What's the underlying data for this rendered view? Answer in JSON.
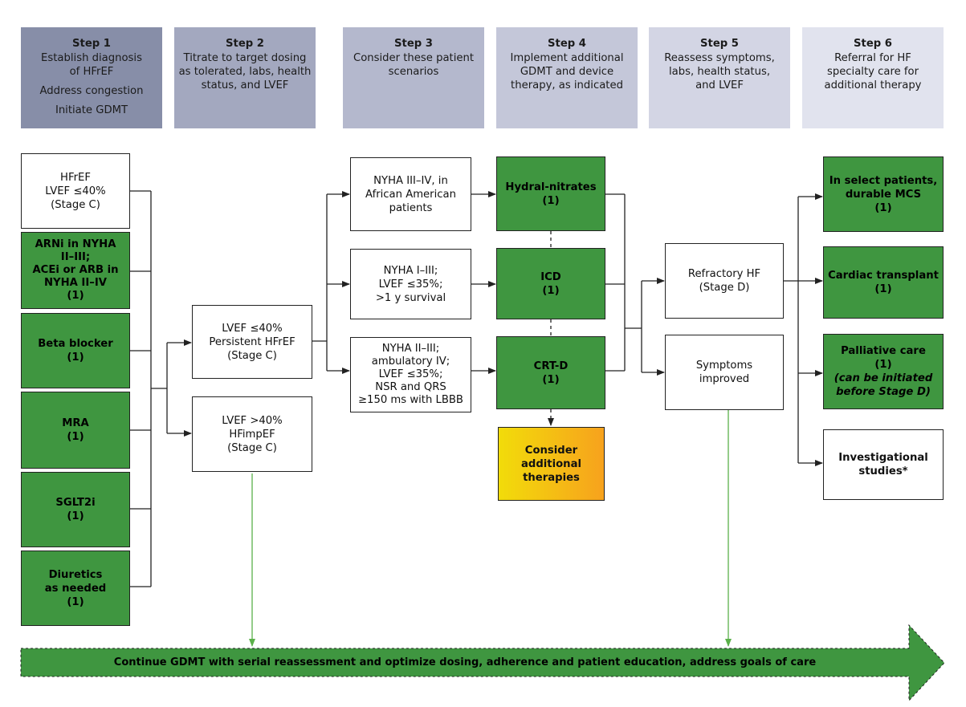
{
  "steps": [
    {
      "title": "Step 1",
      "lines": [
        "Establish diagnosis",
        "of HFrEF",
        "",
        "Address congestion",
        "",
        "Initiate GDMT"
      ],
      "color": "#878ea8"
    },
    {
      "title": "Step 2",
      "lines": [
        "Titrate to target dosing",
        "as tolerated, labs, health",
        "status, and LVEF"
      ],
      "color": "#a3a8bf"
    },
    {
      "title": "Step 3",
      "lines": [
        "Consider these patient",
        "scenarios"
      ],
      "color": "#b4b8cd"
    },
    {
      "title": "Step 4",
      "lines": [
        "Implement additional",
        "GDMT and device",
        "therapy, as indicated"
      ],
      "color": "#c4c7d9"
    },
    {
      "title": "Step 5",
      "lines": [
        "Reassess symptoms,",
        "labs, health status,",
        "and LVEF"
      ],
      "color": "#d3d5e4"
    },
    {
      "title": "Step 6",
      "lines": [
        "Referral for HF",
        "specialty care for",
        "additional therapy"
      ],
      "color": "#e1e3ee"
    }
  ],
  "col1": [
    {
      "lines": [
        "HFrEF",
        "LVEF ≤40%",
        "(Stage C)"
      ],
      "style": "white"
    },
    {
      "lines": [
        "ARNi in NYHA",
        "II–III;",
        "ACEi or ARB in",
        "NYHA II–IV",
        "(1)"
      ],
      "style": "green"
    },
    {
      "lines": [
        "Beta blocker",
        "(1)"
      ],
      "style": "green"
    },
    {
      "lines": [
        "MRA",
        "(1)"
      ],
      "style": "green"
    },
    {
      "lines": [
        "SGLT2i",
        "(1)"
      ],
      "style": "green"
    },
    {
      "lines": [
        "Diuretics",
        "as needed",
        "(1)"
      ],
      "style": "green"
    }
  ],
  "col2": [
    {
      "lines": [
        "LVEF ≤40%",
        "Persistent HFrEF",
        "(Stage C)"
      ]
    },
    {
      "lines": [
        "LVEF >40%",
        "HFimpEF",
        "(Stage C)"
      ]
    }
  ],
  "col3": [
    {
      "lines": [
        "NYHA III–IV, in",
        "African American",
        "patients"
      ]
    },
    {
      "lines": [
        "NYHA I–III;",
        "LVEF ≤35%;",
        ">1 y survival"
      ]
    },
    {
      "lines": [
        "NYHA II–III;",
        "ambulatory IV;",
        "LVEF ≤35%;",
        "NSR and QRS",
        "≥150 ms with LBBB"
      ]
    }
  ],
  "col4": [
    {
      "lines": [
        "Hydral-nitrates",
        "(1)"
      ]
    },
    {
      "lines": [
        "ICD",
        "(1)"
      ]
    },
    {
      "lines": [
        "CRT-D",
        "(1)"
      ]
    }
  ],
  "consider": {
    "lines": [
      "Consider",
      "additional",
      "therapies"
    ]
  },
  "col5": [
    {
      "lines": [
        "Refractory HF",
        "(Stage D)"
      ]
    },
    {
      "lines": [
        "Symptoms",
        "improved"
      ]
    }
  ],
  "col6": [
    {
      "lines": [
        "In select patients,",
        "durable MCS",
        "(1)"
      ],
      "style": "green"
    },
    {
      "lines": [
        "Cardiac transplant",
        "(1)"
      ],
      "style": "green"
    },
    {
      "lines": [
        "Palliative care",
        "(1)"
      ],
      "italic_lines": [
        "(can be initiated",
        "before Stage D)"
      ],
      "style": "green"
    },
    {
      "lines": [
        "Investigational",
        "studies*"
      ],
      "style": "white-bold"
    }
  ],
  "banner": {
    "text": "Continue GDMT with serial reassessment and optimize dosing, adherence and patient education, address goals of care",
    "color": "#3f9640"
  },
  "colors": {
    "green": "#3f9640",
    "gradient_start": "#f2dc0a",
    "gradient_end": "#f7a21d",
    "line": "#222222",
    "arrow_green": "#5bb04a"
  }
}
